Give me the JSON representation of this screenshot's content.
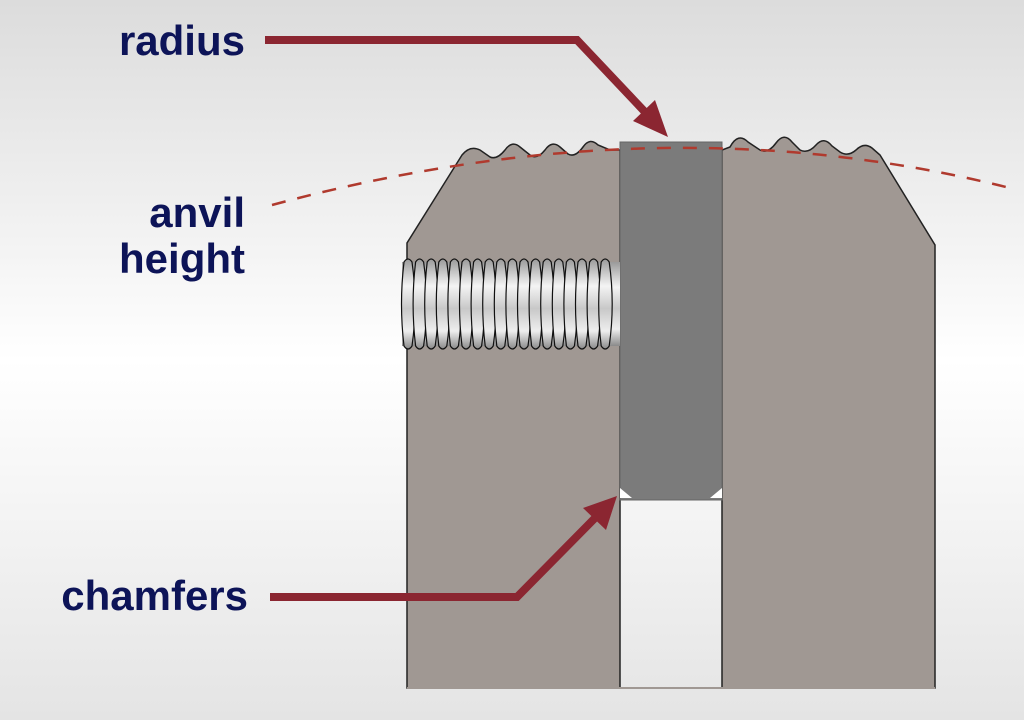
{
  "labels": {
    "radius": "radius",
    "anvil_line1": "anvil",
    "anvil_line2": "height",
    "chamfers": "chamfers"
  },
  "colors": {
    "label_text": "#0d1458",
    "arrow": "#8b2631",
    "dashed_line": "#b03a2e",
    "block": "#a09893",
    "anvil": "#7b7b7b"
  }
}
